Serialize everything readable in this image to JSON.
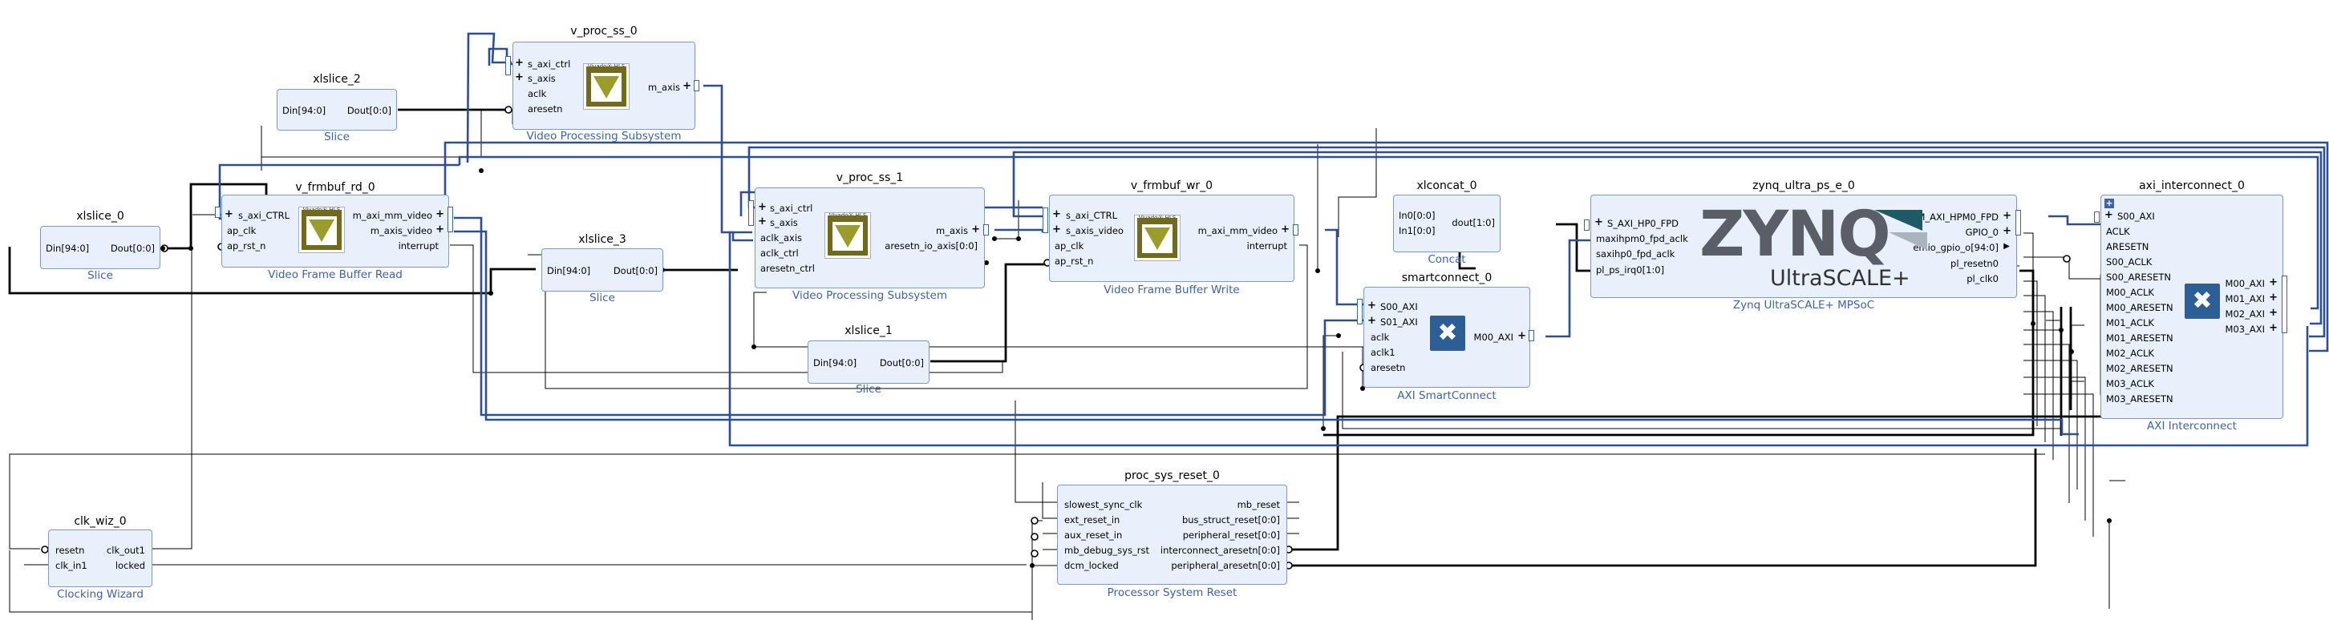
{
  "colors": {
    "block_fill": "#e8f0fb",
    "block_border": "#7a9cc6",
    "subtitle": "#3d63a6",
    "bus_wire": "#2d4f8f",
    "net_wire": "#000000"
  },
  "blocks": {
    "xlslice_0": {
      "inst": "xlslice_0",
      "sub": "Slice",
      "in": [
        "Din[94:0]"
      ],
      "out": [
        "Dout[0:0]"
      ]
    },
    "xlslice_2": {
      "inst": "xlslice_2",
      "sub": "Slice",
      "in": [
        "Din[94:0]"
      ],
      "out": [
        "Dout[0:0]"
      ]
    },
    "xlslice_3": {
      "inst": "xlslice_3",
      "sub": "Slice",
      "in": [
        "Din[94:0]"
      ],
      "out": [
        "Dout[0:0]"
      ]
    },
    "xlslice_1": {
      "inst": "xlslice_1",
      "sub": "Slice",
      "in": [
        "Din[94:0]"
      ],
      "out": [
        "Dout[0:0]"
      ]
    },
    "v_proc_ss_0": {
      "inst": "v_proc_ss_0",
      "sub": "Video Processing Subsystem",
      "in": [
        "s_axi_ctrl",
        "s_axis",
        "aclk",
        "aresetn"
      ],
      "out": [
        "m_axis"
      ],
      "logo": "Vivado® HLS"
    },
    "v_frmbuf_rd_0": {
      "inst": "v_frmbuf_rd_0",
      "sub": "Video Frame Buffer Read",
      "in": [
        "s_axi_CTRL",
        "ap_clk",
        "ap_rst_n"
      ],
      "out": [
        "m_axi_mm_video",
        "m_axis_video",
        "interrupt"
      ],
      "logo": "Vivado® HLS"
    },
    "v_proc_ss_1": {
      "inst": "v_proc_ss_1",
      "sub": "Video Processing Subsystem",
      "in": [
        "s_axi_ctrl",
        "s_axis",
        "aclk_axis",
        "aclk_ctrl",
        "aresetn_ctrl"
      ],
      "out": [
        "m_axis",
        "aresetn_io_axis[0:0]"
      ],
      "logo": "Vivado® HLS"
    },
    "v_frmbuf_wr_0": {
      "inst": "v_frmbuf_wr_0",
      "sub": "Video Frame Buffer Write",
      "in": [
        "s_axi_CTRL",
        "s_axis_video",
        "ap_clk",
        "ap_rst_n"
      ],
      "out": [
        "m_axi_mm_video",
        "interrupt"
      ],
      "logo": "Vivado® HLS"
    },
    "xlconcat_0": {
      "inst": "xlconcat_0",
      "sub": "Concat",
      "in": [
        "In0[0:0]",
        "In1[0:0]"
      ],
      "out": [
        "dout[1:0]"
      ]
    },
    "smartconnect_0": {
      "inst": "smartconnect_0",
      "sub": "AXI SmartConnect",
      "in": [
        "S00_AXI",
        "S01_AXI",
        "aclk",
        "aclk1",
        "aresetn"
      ],
      "out": [
        "M00_AXI"
      ]
    },
    "zynq_ultra_ps_e_0": {
      "inst": "zynq_ultra_ps_e_0",
      "sub": "Zynq UltraSCALE+ MPSoC",
      "in": [
        "S_AXI_HP0_FPD",
        "maxihpm0_fpd_aclk",
        "saxihp0_fpd_aclk",
        "pl_ps_irq0[1:0]"
      ],
      "out": [
        "M_AXI_HPM0_FPD",
        "GPIO_0",
        "emio_gpio_o[94:0]",
        "pl_resetn0",
        "pl_clk0"
      ],
      "logo_main": "ZYNQ",
      "logo_sub": "UltraSCALE+"
    },
    "axi_interconnect_0": {
      "inst": "axi_interconnect_0",
      "sub": "AXI Interconnect",
      "in": [
        "S00_AXI",
        "ACLK",
        "ARESETN",
        "S00_ACLK",
        "S00_ARESETN",
        "M00_ACLK",
        "M00_ARESETN",
        "M01_ACLK",
        "M01_ARESETN",
        "M02_ACLK",
        "M02_ARESETN",
        "M03_ACLK",
        "M03_ARESETN"
      ],
      "out": [
        "M00_AXI",
        "M01_AXI",
        "M02_AXI",
        "M03_AXI"
      ]
    },
    "clk_wiz_0": {
      "inst": "clk_wiz_0",
      "sub": "Clocking Wizard",
      "in": [
        "resetn",
        "clk_in1"
      ],
      "out": [
        "clk_out1",
        "locked"
      ]
    },
    "proc_sys_reset_0": {
      "inst": "proc_sys_reset_0",
      "sub": "Processor System Reset",
      "in": [
        "slowest_sync_clk",
        "ext_reset_in",
        "aux_reset_in",
        "mb_debug_sys_rst",
        "dcm_locked"
      ],
      "out": [
        "mb_reset",
        "bus_struct_reset[0:0]",
        "peripheral_reset[0:0]",
        "interconnect_aresetn[0:0]",
        "peripheral_aresetn[0:0]"
      ]
    }
  }
}
